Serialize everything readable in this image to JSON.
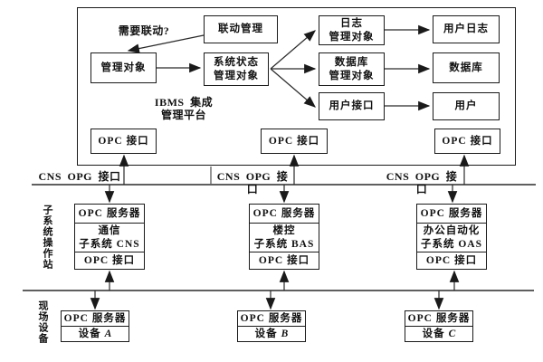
{
  "platform": {
    "title": "IBMS 集成\n管理平台",
    "question_label": "需要联动?",
    "linkage": "联动管理",
    "managed_object": "管理对象",
    "system_status": "系统状态\n管理对象",
    "log_manager": "日志\n管理对象",
    "user_log": "用户日志",
    "db_manager": "数据库\n管理对象",
    "database": "数据库",
    "user_interface": "用户接口",
    "user": "用户",
    "opc_interface_left": "OPC 接口",
    "opc_interface_middle": "OPC 接口",
    "opc_interface_right": "OPC 接口"
  },
  "bus": {
    "labels": [
      "CNS OPG 接口",
      "CNS OPG 接口",
      "CNS OPG 接口"
    ]
  },
  "sections": {
    "stations_label": "子系统操作站",
    "devices_label": "现场设备"
  },
  "stations": [
    {
      "server": "OPC 服务器",
      "name": "通信\n子系统 CNS",
      "interface": "OPC 接口"
    },
    {
      "server": "OPC 服务器",
      "name": "楼控\n子系统 BAS",
      "interface": "OPC 接口"
    },
    {
      "server": "OPC 服务器",
      "name": "办公自动化\n子系统 OAS",
      "interface": "OPC 接口"
    }
  ],
  "devices": [
    {
      "server": "OPC 服务器",
      "label": "设备",
      "id": "A"
    },
    {
      "server": "OPC 服务器",
      "label": "设备",
      "id": "B"
    },
    {
      "server": "OPC 服务器",
      "label": "设备",
      "id": "C"
    }
  ],
  "colors": {
    "line": "#2a2a2a",
    "background": "#ffffff"
  }
}
